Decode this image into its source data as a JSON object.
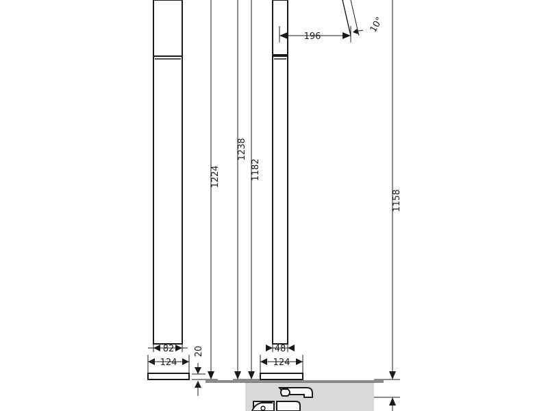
{
  "diagram": {
    "dimensions": {
      "d1224": "1224",
      "d1238": "1238",
      "d1182": "1182",
      "d1158": "1158",
      "d196": "196",
      "d10deg": "10°",
      "d82": "82",
      "d124_left": "124",
      "d20": "20",
      "d48": "48",
      "d124_right": "124"
    }
  }
}
